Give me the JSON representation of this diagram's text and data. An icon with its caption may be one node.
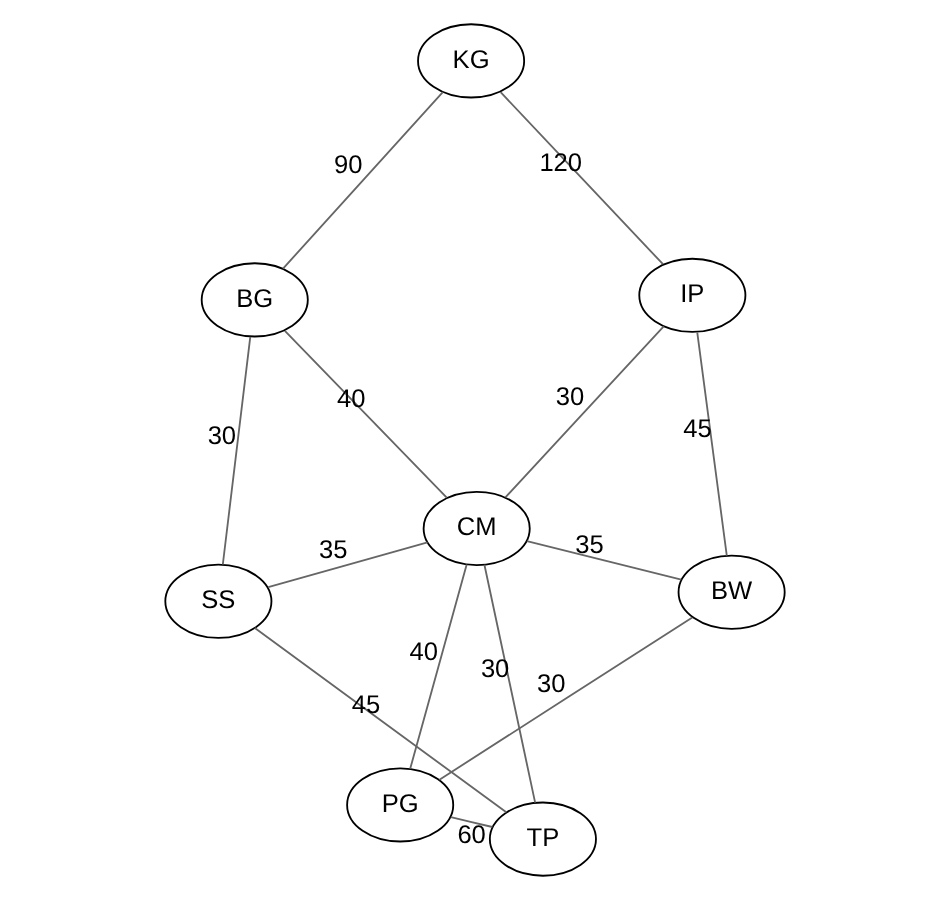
{
  "diagram": {
    "nodes": [
      {
        "text": [
          "KG"
        ]
      },
      {
        "text": [
          "IP"
        ]
      },
      {
        "text": [
          "BW"
        ]
      },
      {
        "text": [
          "CM"
        ]
      },
      {
        "text": [
          "BG"
        ]
      },
      {
        "text": [
          "PG"
        ]
      },
      {
        "text": [
          "SS"
        ]
      },
      {
        "text": [
          "TP"
        ]
      }
    ],
    "edges": [
      {
        "from": 1,
        "to": 0,
        "arrow": "none",
        "label": "120"
      },
      {
        "from": 0,
        "to": 4,
        "arrow": "none",
        "label": "90"
      },
      {
        "from": 1,
        "to": 2,
        "arrow": "none",
        "label": "45"
      },
      {
        "from": 1,
        "to": 3,
        "arrow": "none",
        "label": "30"
      },
      {
        "from": 2,
        "to": 3,
        "arrow": "none",
        "label": "35"
      },
      {
        "from": 3,
        "to": 4,
        "arrow": "none",
        "label": "40"
      },
      {
        "from": 2,
        "to": 5,
        "arrow": "none",
        "label": "30"
      },
      {
        "from": 5,
        "to": 3,
        "arrow": "none",
        "label": "40"
      },
      {
        "from": 3,
        "to": 7,
        "arrow": "none",
        "label": "30"
      },
      {
        "from": 3,
        "to": 6,
        "arrow": "none",
        "label": "35"
      },
      {
        "from": 4,
        "to": 6,
        "arrow": "none",
        "label": "30"
      },
      {
        "from": 5,
        "to": 7,
        "arrow": "none",
        "label": "60"
      },
      {
        "from": 7,
        "to": 6,
        "arrow": "none",
        "label": "45"
      }
    ]
  }
}
